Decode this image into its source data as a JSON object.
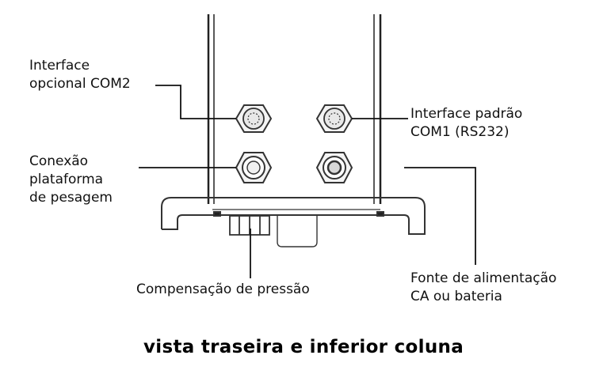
{
  "labels": {
    "com2": {
      "line1": "Interface",
      "line2": "opcional COM2"
    },
    "com1": {
      "line1": "Interface padrão",
      "line2": "COM1 (RS232)"
    },
    "platform": {
      "line1": "Conexão",
      "line2": "plataforma",
      "line3": "de pesagem"
    },
    "pressure": "Compensação de pressão",
    "power": {
      "line1": "Fonte de alimentação",
      "line2": "CA ou bateria"
    }
  },
  "caption": "vista traseira e inferior coluna"
}
